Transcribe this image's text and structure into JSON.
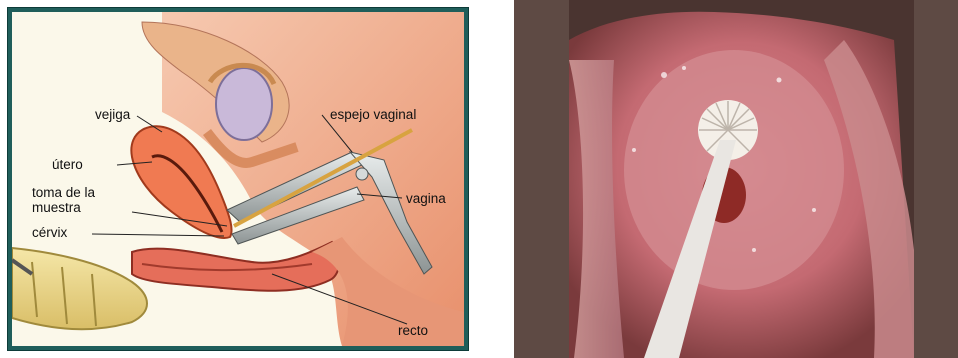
{
  "diagram": {
    "labels": {
      "vejiga": "vejiga",
      "espejo": "espejo vaginal",
      "utero": "útero",
      "toma_line1": "toma de la",
      "toma_line2": "muestra",
      "vagina": "vagina",
      "cervix": "cérvix",
      "recto": "recto"
    },
    "colors": {
      "frame": "#1f5e5a",
      "background": "#fbf8ea",
      "tissue": "#f0a27e",
      "bone": "#ecd78a",
      "speculum": "#b9bcbc",
      "uterus": "#f07a52"
    }
  },
  "photo": {
    "subject": "speculum-view-brush-sampling"
  }
}
